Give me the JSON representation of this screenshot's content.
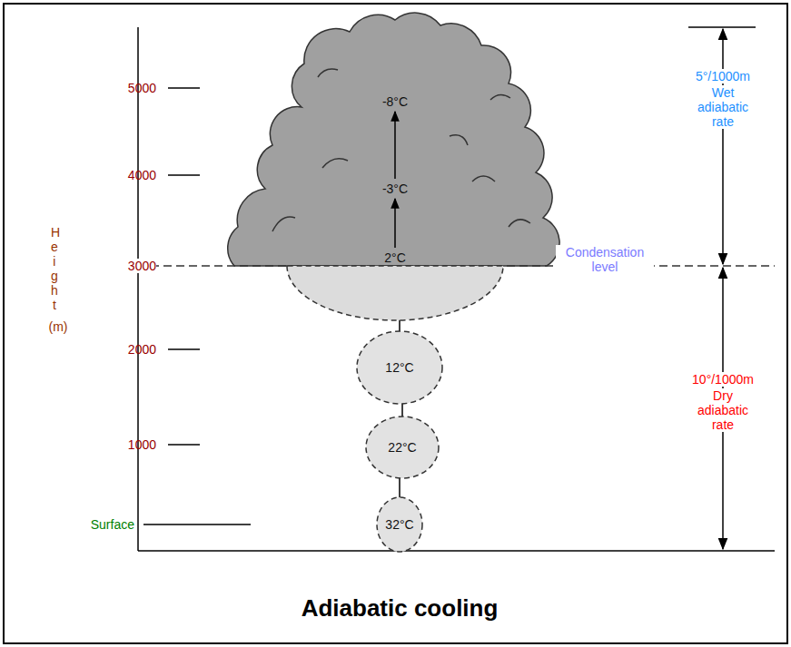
{
  "diagram": {
    "title": "Adiabatic cooling",
    "nodes": [
      {
        "text": [
          "32°C"
        ]
      },
      {
        "text": [
          "22°C"
        ]
      },
      {
        "text": [
          "12°C"
        ]
      },
      {
        "text": [
          "2°C"
        ]
      },
      {
        "text": [
          "-3°C"
        ]
      },
      {
        "text": [
          "-8°C"
        ]
      }
    ],
    "edges": [
      {
        "from": 0,
        "to": 1,
        "arrow": "to"
      },
      {
        "from": 1,
        "to": 2,
        "arrow": "to"
      },
      {
        "from": 2,
        "to": 3,
        "arrow": "to"
      },
      {
        "from": 3,
        "to": 4,
        "arrow": "to"
      },
      {
        "from": 4,
        "to": 5,
        "arrow": "to"
      }
    ],
    "labels": [
      "5000",
      "4000",
      "3000",
      "2000",
      "1000",
      "Surface",
      "Height",
      "(m)",
      "Condensation level",
      "5°/1000m",
      "Wet adiabatic rate",
      "10°/1000m",
      "Dry adiabatic rate"
    ]
  }
}
